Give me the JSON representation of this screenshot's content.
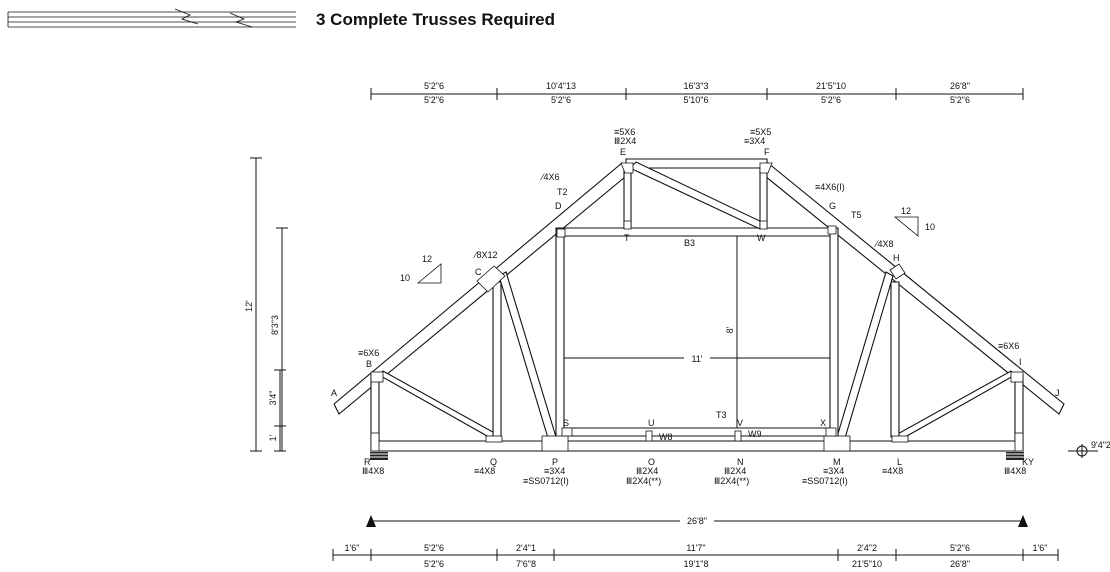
{
  "title": "3 Complete Trusses Required",
  "top_dims": [
    {
      "top": "5'2\"6",
      "bot": "5'2\"6"
    },
    {
      "top": "10'4\"13",
      "bot": "5'2\"6"
    },
    {
      "top": "16'3\"3",
      "bot": "5'10\"6"
    },
    {
      "top": "21'5\"10",
      "bot": "5'2\"6"
    },
    {
      "top": "26'8\"",
      "bot": "5'2\"6"
    }
  ],
  "bottom_dims": [
    {
      "top": "1'6\"",
      "bot": ""
    },
    {
      "top": "5'2\"6",
      "bot": "5'2\"6"
    },
    {
      "top": "2'4\"1",
      "bot": "7'6\"8"
    },
    {
      "top": "11'7\"",
      "bot": "19'1\"8"
    },
    {
      "top": "2'4\"2",
      "bot": "21'5\"10"
    },
    {
      "top": "5'2\"6",
      "bot": "26'8\""
    },
    {
      "top": "1'6\"",
      "bot": ""
    }
  ],
  "span": "26'8\"",
  "left_dims": {
    "overall": "12'",
    "mid": "8'3\"3",
    "heel": "3'4\"",
    "small": "1'"
  },
  "interior_dims": {
    "height": "8'",
    "width": "11'"
  },
  "pitch": {
    "left_run": "12",
    "left_rise": "10",
    "right_run": "12",
    "right_rise": "10"
  },
  "right_marker": "9'4\"2",
  "nodes": {
    "A": "A",
    "B": "B",
    "C": "C",
    "D": "D",
    "E": "E",
    "F": "F",
    "G": "G",
    "H": "H",
    "I": "I",
    "J": "J",
    "R": "R",
    "Q": "Q",
    "P": "P",
    "O": "O",
    "N": "N",
    "M": "M",
    "L": "L",
    "K": "KY",
    "S": "S",
    "U": "U",
    "V": "V",
    "X": "X",
    "T": "T",
    "W": "W"
  },
  "members": {
    "T2": "T2",
    "T5": "T5",
    "B3": "B3",
    "T3": "T3",
    "W8": "W8",
    "W9": "W9"
  },
  "plates": {
    "E1": "5X6",
    "E2": "2X4",
    "F1": "5X5",
    "F2": "3X4",
    "D": "4X6",
    "G": "4X6(I)",
    "C": "8X12",
    "H": "4X8",
    "B": "6X6",
    "I": "6X6",
    "R": "4X8",
    "Q": "4X8",
    "P1": "3X4",
    "P2": "SS0712(I)",
    "O1": "2X4",
    "O2": "2X4(**)",
    "N1": "2X4",
    "N2": "2X4(**)",
    "M1": "3X4",
    "M2": "SS0712(I)",
    "L": "4X8",
    "K": "4X8"
  }
}
